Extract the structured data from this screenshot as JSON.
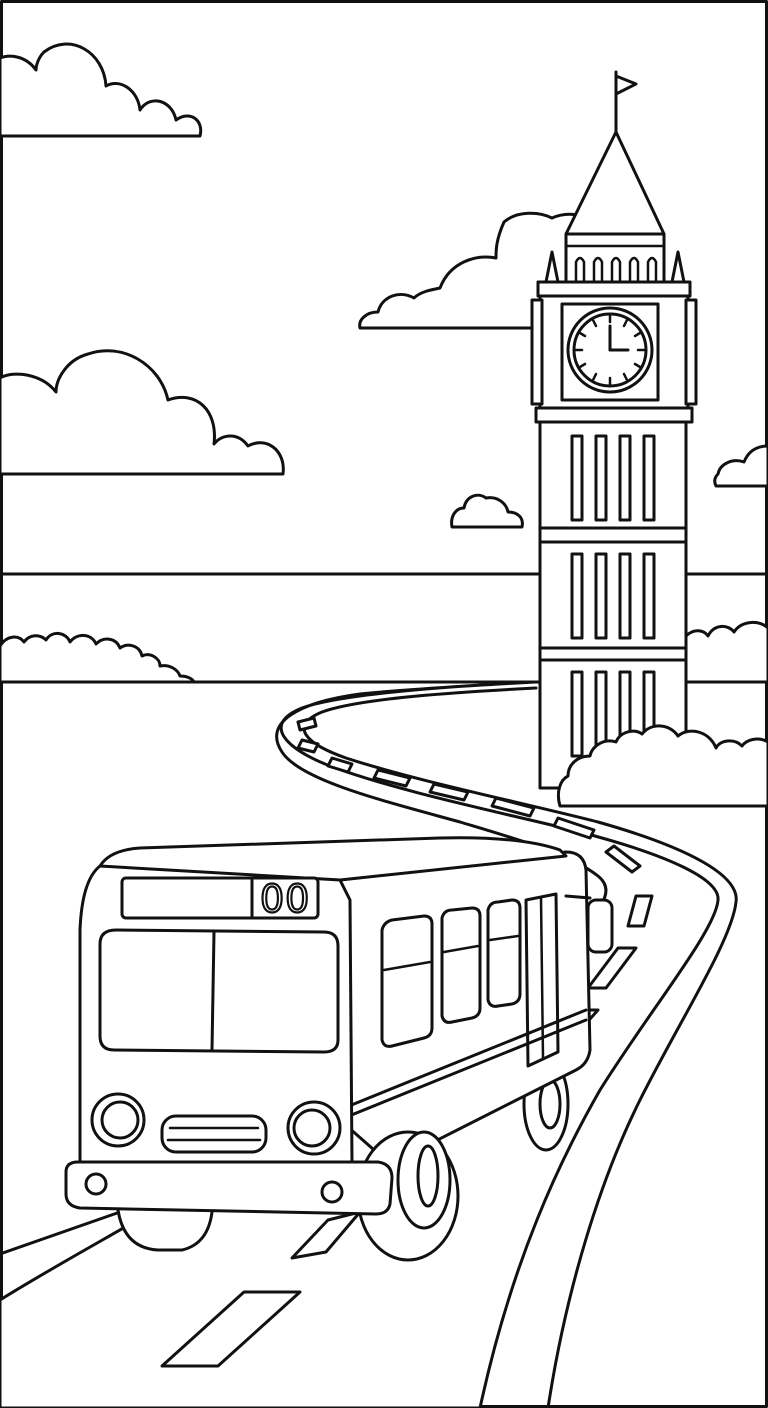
{
  "scene": {
    "style": "black-and-white line art coloring page",
    "line_color": "#111111",
    "background_color": "#ffffff"
  },
  "bus": {
    "route_number": "00"
  },
  "clock_tower": {
    "clock_time": "3:00",
    "flag_visible": true
  }
}
